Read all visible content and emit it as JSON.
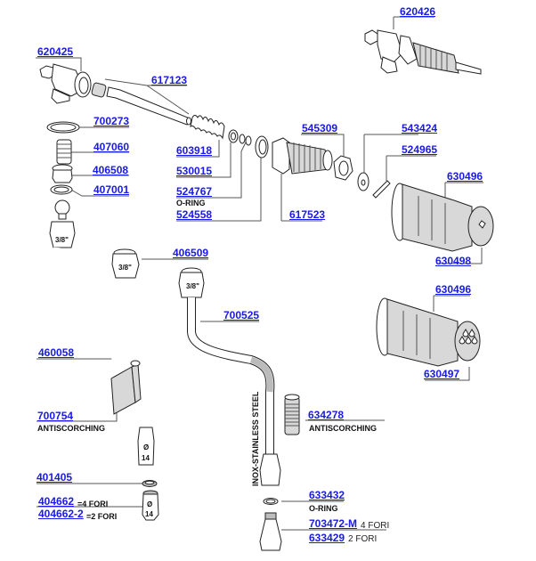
{
  "diagram": {
    "title": "Steam / hot water valve assembly exploded view",
    "parts": [
      {
        "id": "620425",
        "label": "620425"
      },
      {
        "id": "617123",
        "label": "617123"
      },
      {
        "id": "620426",
        "label": "620426"
      },
      {
        "id": "700273",
        "label": "700273"
      },
      {
        "id": "407060",
        "label": "407060"
      },
      {
        "id": "406508",
        "label": "406508"
      },
      {
        "id": "407001",
        "label": "407001"
      },
      {
        "id": "603918",
        "label": "603918"
      },
      {
        "id": "530015",
        "label": "530015"
      },
      {
        "id": "524767",
        "label": "524767",
        "note": "O-RING"
      },
      {
        "id": "524558",
        "label": "524558"
      },
      {
        "id": "545309",
        "label": "545309"
      },
      {
        "id": "543424",
        "label": "543424"
      },
      {
        "id": "524965",
        "label": "524965"
      },
      {
        "id": "617523",
        "label": "617523"
      },
      {
        "id": "630496a",
        "label": "630496"
      },
      {
        "id": "630498",
        "label": "630498"
      },
      {
        "id": "406509",
        "label": "406509"
      },
      {
        "id": "700525",
        "label": "700525"
      },
      {
        "id": "630496b",
        "label": "630496"
      },
      {
        "id": "630497",
        "label": "630497"
      },
      {
        "id": "460058",
        "label": "460058"
      },
      {
        "id": "700754",
        "label": "700754",
        "note": "ANTISCORCHING"
      },
      {
        "id": "634278",
        "label": "634278",
        "note": "ANTISCORCHING"
      },
      {
        "id": "401405",
        "label": "401405"
      },
      {
        "id": "404662",
        "label": "404662",
        "note": "=4 FORI"
      },
      {
        "id": "404662-2",
        "label": "404662-2",
        "note": "=2 FORI"
      },
      {
        "id": "633432",
        "label": "633432",
        "note": "O-RING"
      },
      {
        "id": "703472-M",
        "label": "703472-M",
        "note": "4 FORI"
      },
      {
        "id": "633429",
        "label": "633429",
        "note": "2 FORI"
      }
    ],
    "fitting_marks": {
      "thread": "3/8\"",
      "diameter_symbol": "Ø",
      "diameter_value": "14"
    },
    "hose_text": "INOX-STAINLESS STEEL",
    "colors": {
      "part_number": "#1a1ae6",
      "leader": "#555555",
      "grey_fill": "#d8d8d8"
    }
  }
}
